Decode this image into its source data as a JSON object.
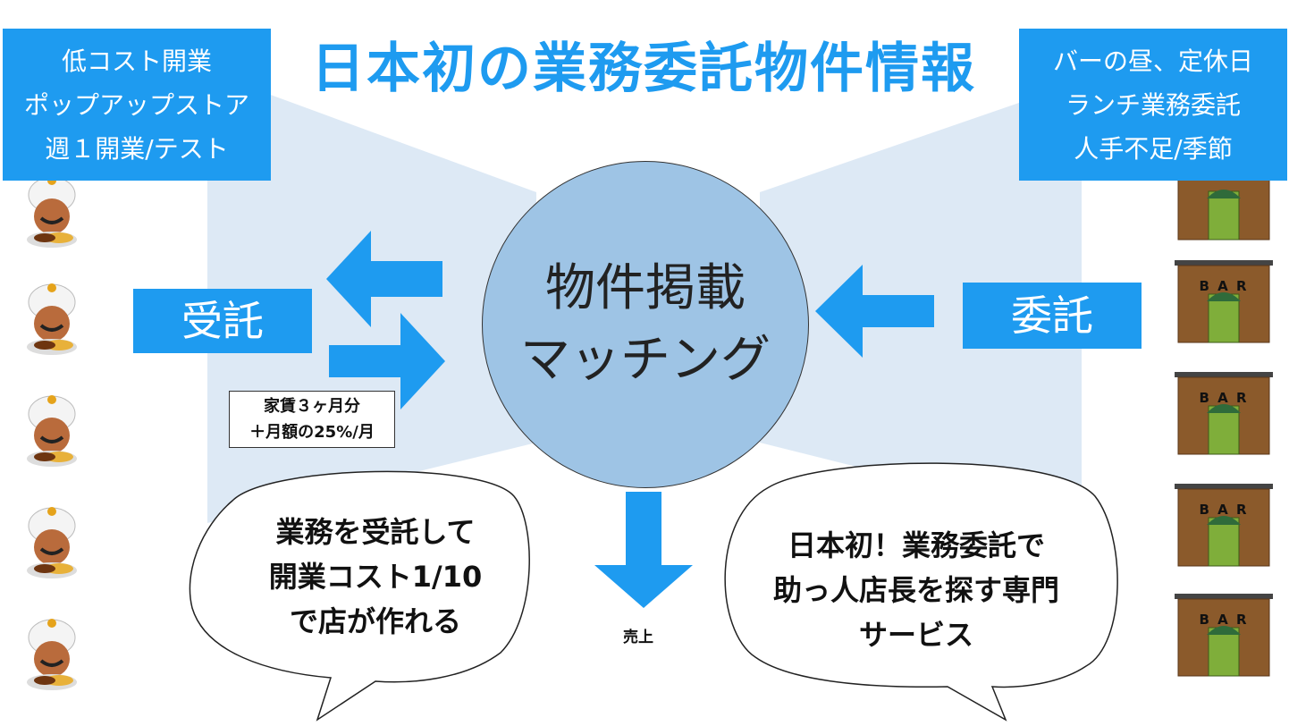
{
  "title": "日本初の業務委託物件情報",
  "left_box": {
    "lines": [
      "低コスト開業",
      "ポップアップストア",
      "週１開業/テスト"
    ]
  },
  "right_box": {
    "lines": [
      "バーの昼、定休日",
      "ランチ業務委託",
      "人手不足/季節"
    ]
  },
  "center_circle": {
    "lines": [
      "物件掲載",
      "マッチング"
    ]
  },
  "left_label": "受託",
  "right_label": "委託",
  "fee_box": {
    "lines": [
      "家賃３ヶ月分",
      "＋月額の25%/月"
    ]
  },
  "sales_label": "売上",
  "bubble_left": {
    "lines": [
      "業務を受託して",
      "開業コスト1/10",
      "で店が作れる"
    ]
  },
  "bubble_right": {
    "lines": [
      "日本初！業務委託で",
      "助っ人店長を探す専門",
      "サービス"
    ]
  },
  "bar_sign": "B A R",
  "colors": {
    "accent": "#1e9bf0",
    "circle": "#9ec4e5",
    "background_band": "#dde9f5"
  },
  "icons": {
    "left_column": "chef-holding-curry-icon",
    "right_column": "bar-storefront-icon"
  }
}
